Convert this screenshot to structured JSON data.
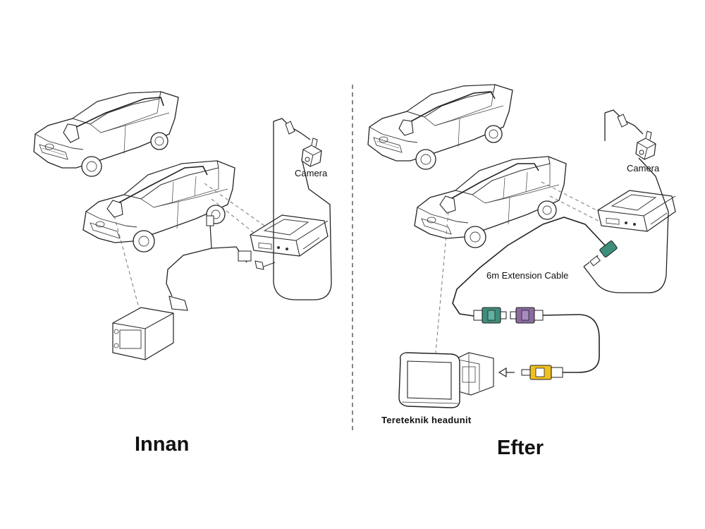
{
  "before": {
    "caption": "Innan",
    "camera_label": "Camera"
  },
  "after": {
    "caption": "Efter",
    "camera_label": "Camera",
    "extension_cable_label": "6m Extension Cable",
    "headunit_label": "Tereteknik headunit"
  },
  "colors": {
    "line": "#222222",
    "dashed": "#777777",
    "fakra_green": "#3e8d7d",
    "fakra_violet": "#8c6aa0",
    "rca_yellow": "#f0c01e",
    "cable_blue": "#1a3a6a"
  }
}
